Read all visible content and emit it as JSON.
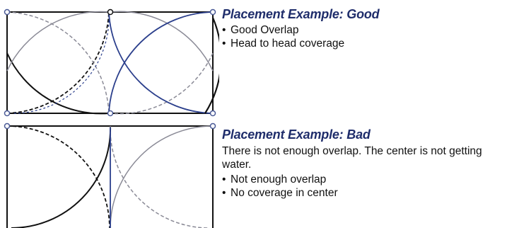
{
  "good": {
    "title": "Placement Example: Good",
    "bullets": [
      "Good Overlap",
      "Head to head coverage"
    ]
  },
  "bad": {
    "title": "Placement Example: Bad",
    "description": "There is not enough overlap. The center is not getting water.",
    "bullets": [
      "Not enough overlap",
      "No coverage in center"
    ]
  },
  "colors": {
    "heading": "#1f2d6b",
    "blue_arc": "#2b3f8c",
    "gray_arc": "#8a8a96",
    "frame": "#111111",
    "head_ring": "#4a5a96"
  }
}
